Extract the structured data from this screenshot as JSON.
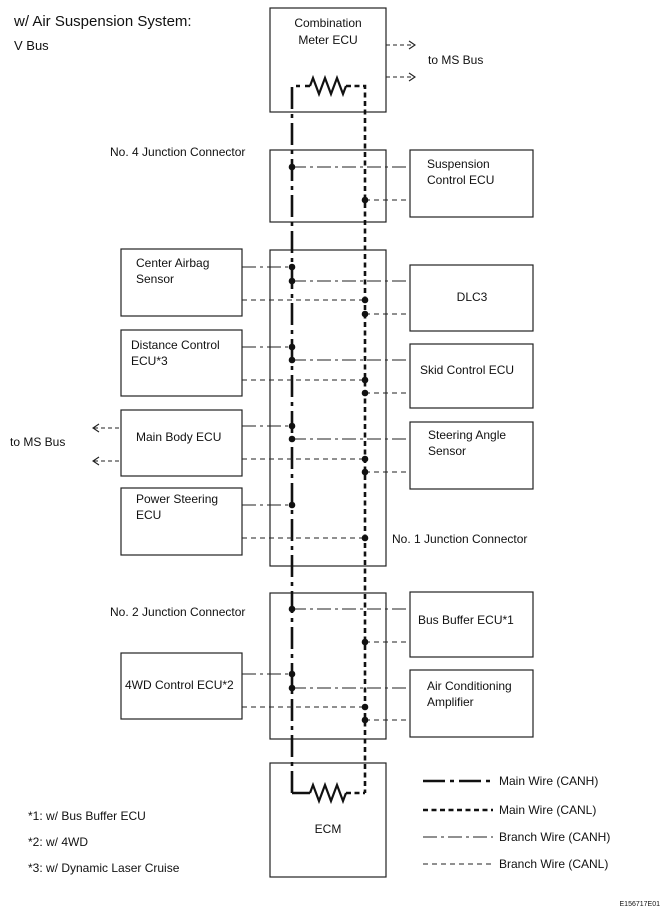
{
  "header": {
    "title": "w/ Air Suspension System:",
    "subtitle": "V Bus"
  },
  "components": {
    "combination_meter": [
      "Combination",
      "Meter ECU"
    ],
    "suspension_control": [
      "Suspension",
      "Control ECU"
    ],
    "center_airbag": [
      "Center Airbag",
      "Sensor"
    ],
    "dlc3": [
      "DLC3"
    ],
    "distance_control": [
      "Distance Control",
      "ECU*3"
    ],
    "skid_control": [
      "Skid Control ECU"
    ],
    "main_body": [
      "Main Body ECU"
    ],
    "steering_angle": [
      "Steering Angle",
      "Sensor"
    ],
    "power_steering": [
      "Power Steering",
      "ECU"
    ],
    "bus_buffer": [
      "Bus Buffer ECU*1"
    ],
    "four_wd": [
      "4WD Control ECU*2"
    ],
    "air_conditioning": [
      "Air Conditioning",
      "Amplifier"
    ],
    "ecm": [
      "ECM"
    ]
  },
  "connectors": {
    "no4": "No. 4 Junction Connector",
    "no1": "No. 1 Junction Connector",
    "no2": "No. 2 Junction Connector"
  },
  "links": {
    "to_ms_bus_right": "to MS Bus",
    "to_ms_bus_left": "to MS Bus"
  },
  "legend": [
    {
      "label": "Main Wire (CANH)",
      "style": "main-h"
    },
    {
      "label": "Main Wire (CANL)",
      "style": "main-l"
    },
    {
      "label": "Branch Wire (CANH)",
      "style": "br-h"
    },
    {
      "label": "Branch Wire (CANL)",
      "style": "br-l"
    }
  ],
  "footnotes": [
    "*1: w/ Bus Buffer ECU",
    "*2: w/ 4WD",
    "*3: w/ Dynamic Laser Cruise"
  ],
  "figure_id": "E156717E01",
  "colors": {
    "line": "#111111",
    "background": "#ffffff"
  }
}
